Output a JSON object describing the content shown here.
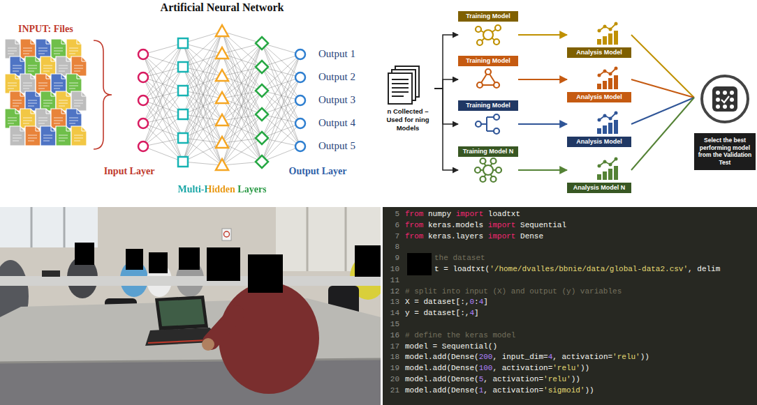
{
  "diagram": {
    "nodes": [
      {
        "text": [
          "n Collected – Used for ning Models"
        ]
      },
      {
        "text": [
          "Training Model"
        ]
      },
      {
        "text": [
          "Analysis Model"
        ]
      },
      {
        "text": [
          "Training Model"
        ]
      },
      {
        "text": [
          "Analysis Model"
        ]
      },
      {
        "text": [
          "Training Model"
        ]
      },
      {
        "text": [
          "Analysis Model"
        ]
      },
      {
        "text": [
          "Training Model N"
        ]
      },
      {
        "text": [
          "Analysis Model N"
        ]
      },
      {
        "text": [
          "Select the best performing model from the Validation Test"
        ]
      }
    ],
    "edges": [
      {
        "from": 0,
        "to": 1,
        "arrow": "to"
      },
      {
        "from": 0,
        "to": 3,
        "arrow": "to"
      },
      {
        "from": 0,
        "to": 5,
        "arrow": "to"
      },
      {
        "from": 0,
        "to": 7,
        "arrow": "to"
      },
      {
        "from": 1,
        "to": 2,
        "arrow": "to"
      },
      {
        "from": 3,
        "to": 4,
        "arrow": "to"
      },
      {
        "from": 5,
        "to": 6,
        "arrow": "to"
      },
      {
        "from": 7,
        "to": 8,
        "arrow": "to"
      },
      {
        "from": 2,
        "to": 9,
        "arrow": "none"
      },
      {
        "from": 4,
        "to": 9,
        "arrow": "none"
      },
      {
        "from": 6,
        "to": 9,
        "arrow": "none"
      },
      {
        "from": 8,
        "to": 9,
        "arrow": "none"
      }
    ],
    "labels": [
      "Artificial Neural Network",
      "INPUT: Files",
      "Output 1",
      "Output 2",
      "Output 3",
      "Output 4",
      "Output 5",
      "Input Layer",
      "Output Layer",
      "Multi-Hidden Layers",
      "5",
      "from numpy import loadtxt",
      "6",
      "from keras.models import Sequential",
      "7",
      "from keras.layers import Dense",
      "8",
      "9",
      "the dataset",
      "10",
      "t = loadtxt('/home/dvalles/bbnie/data/global-data2.csv', delim",
      "11",
      "12",
      "# split into input (X) and output (y) variables",
      "13",
      "X = dataset[:,0:4]",
      "14",
      "y = dataset[:,4]",
      "15",
      "16",
      "# define the keras model",
      "17",
      "model = Sequential()",
      "18",
      "model.add(Dense(200, input_dim=4, activation='relu'))",
      "19",
      "model.add(Dense(100, activation='relu'))",
      "20",
      "model.add(Dense(5, activation='relu'))",
      "21",
      "model.add(Dense(1, activation='sigmoid'))"
    ]
  }
}
